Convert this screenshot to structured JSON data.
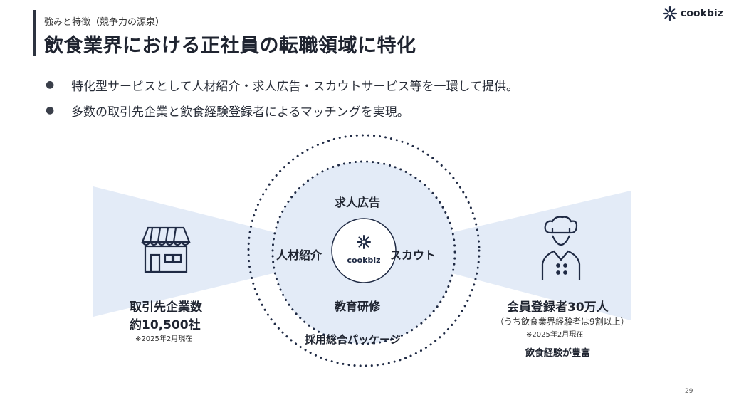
{
  "header": {
    "subtitle": "強みと特徴（競争力の源泉）",
    "title": "飲食業界における正社員の転職領域に特化"
  },
  "logo": {
    "text": "cookbiz"
  },
  "bullets": [
    "特化型サービスとして人材紹介・求人広告・スカウトサービス等を一環して提供。",
    "多数の取引先企業と飲食経験登録者によるマッチングを実現。"
  ],
  "bullet_symbol": "●",
  "diagram": {
    "left": {
      "title": "取引先企業数",
      "count": "約10,500社",
      "note": "※2025年2月現在",
      "icon": "store-icon"
    },
    "right": {
      "title": "会員登録者30万人",
      "subtitle": "（うち飲食業界経験者は9割以上）",
      "note": "※2025年2月現在",
      "bottom": "飲食経験が豊富",
      "icon": "chef-icon"
    },
    "center": {
      "logo_text": "cookbiz",
      "top": "求人広告",
      "left": "人材紹介",
      "right": "スカウト",
      "bottom": "教育研修",
      "outer": "採用総合パッケージ"
    },
    "colors": {
      "fill": "#e3ebf7",
      "navy": "#1f2a44",
      "dots": "#1f2a44"
    }
  },
  "page_number": "29"
}
